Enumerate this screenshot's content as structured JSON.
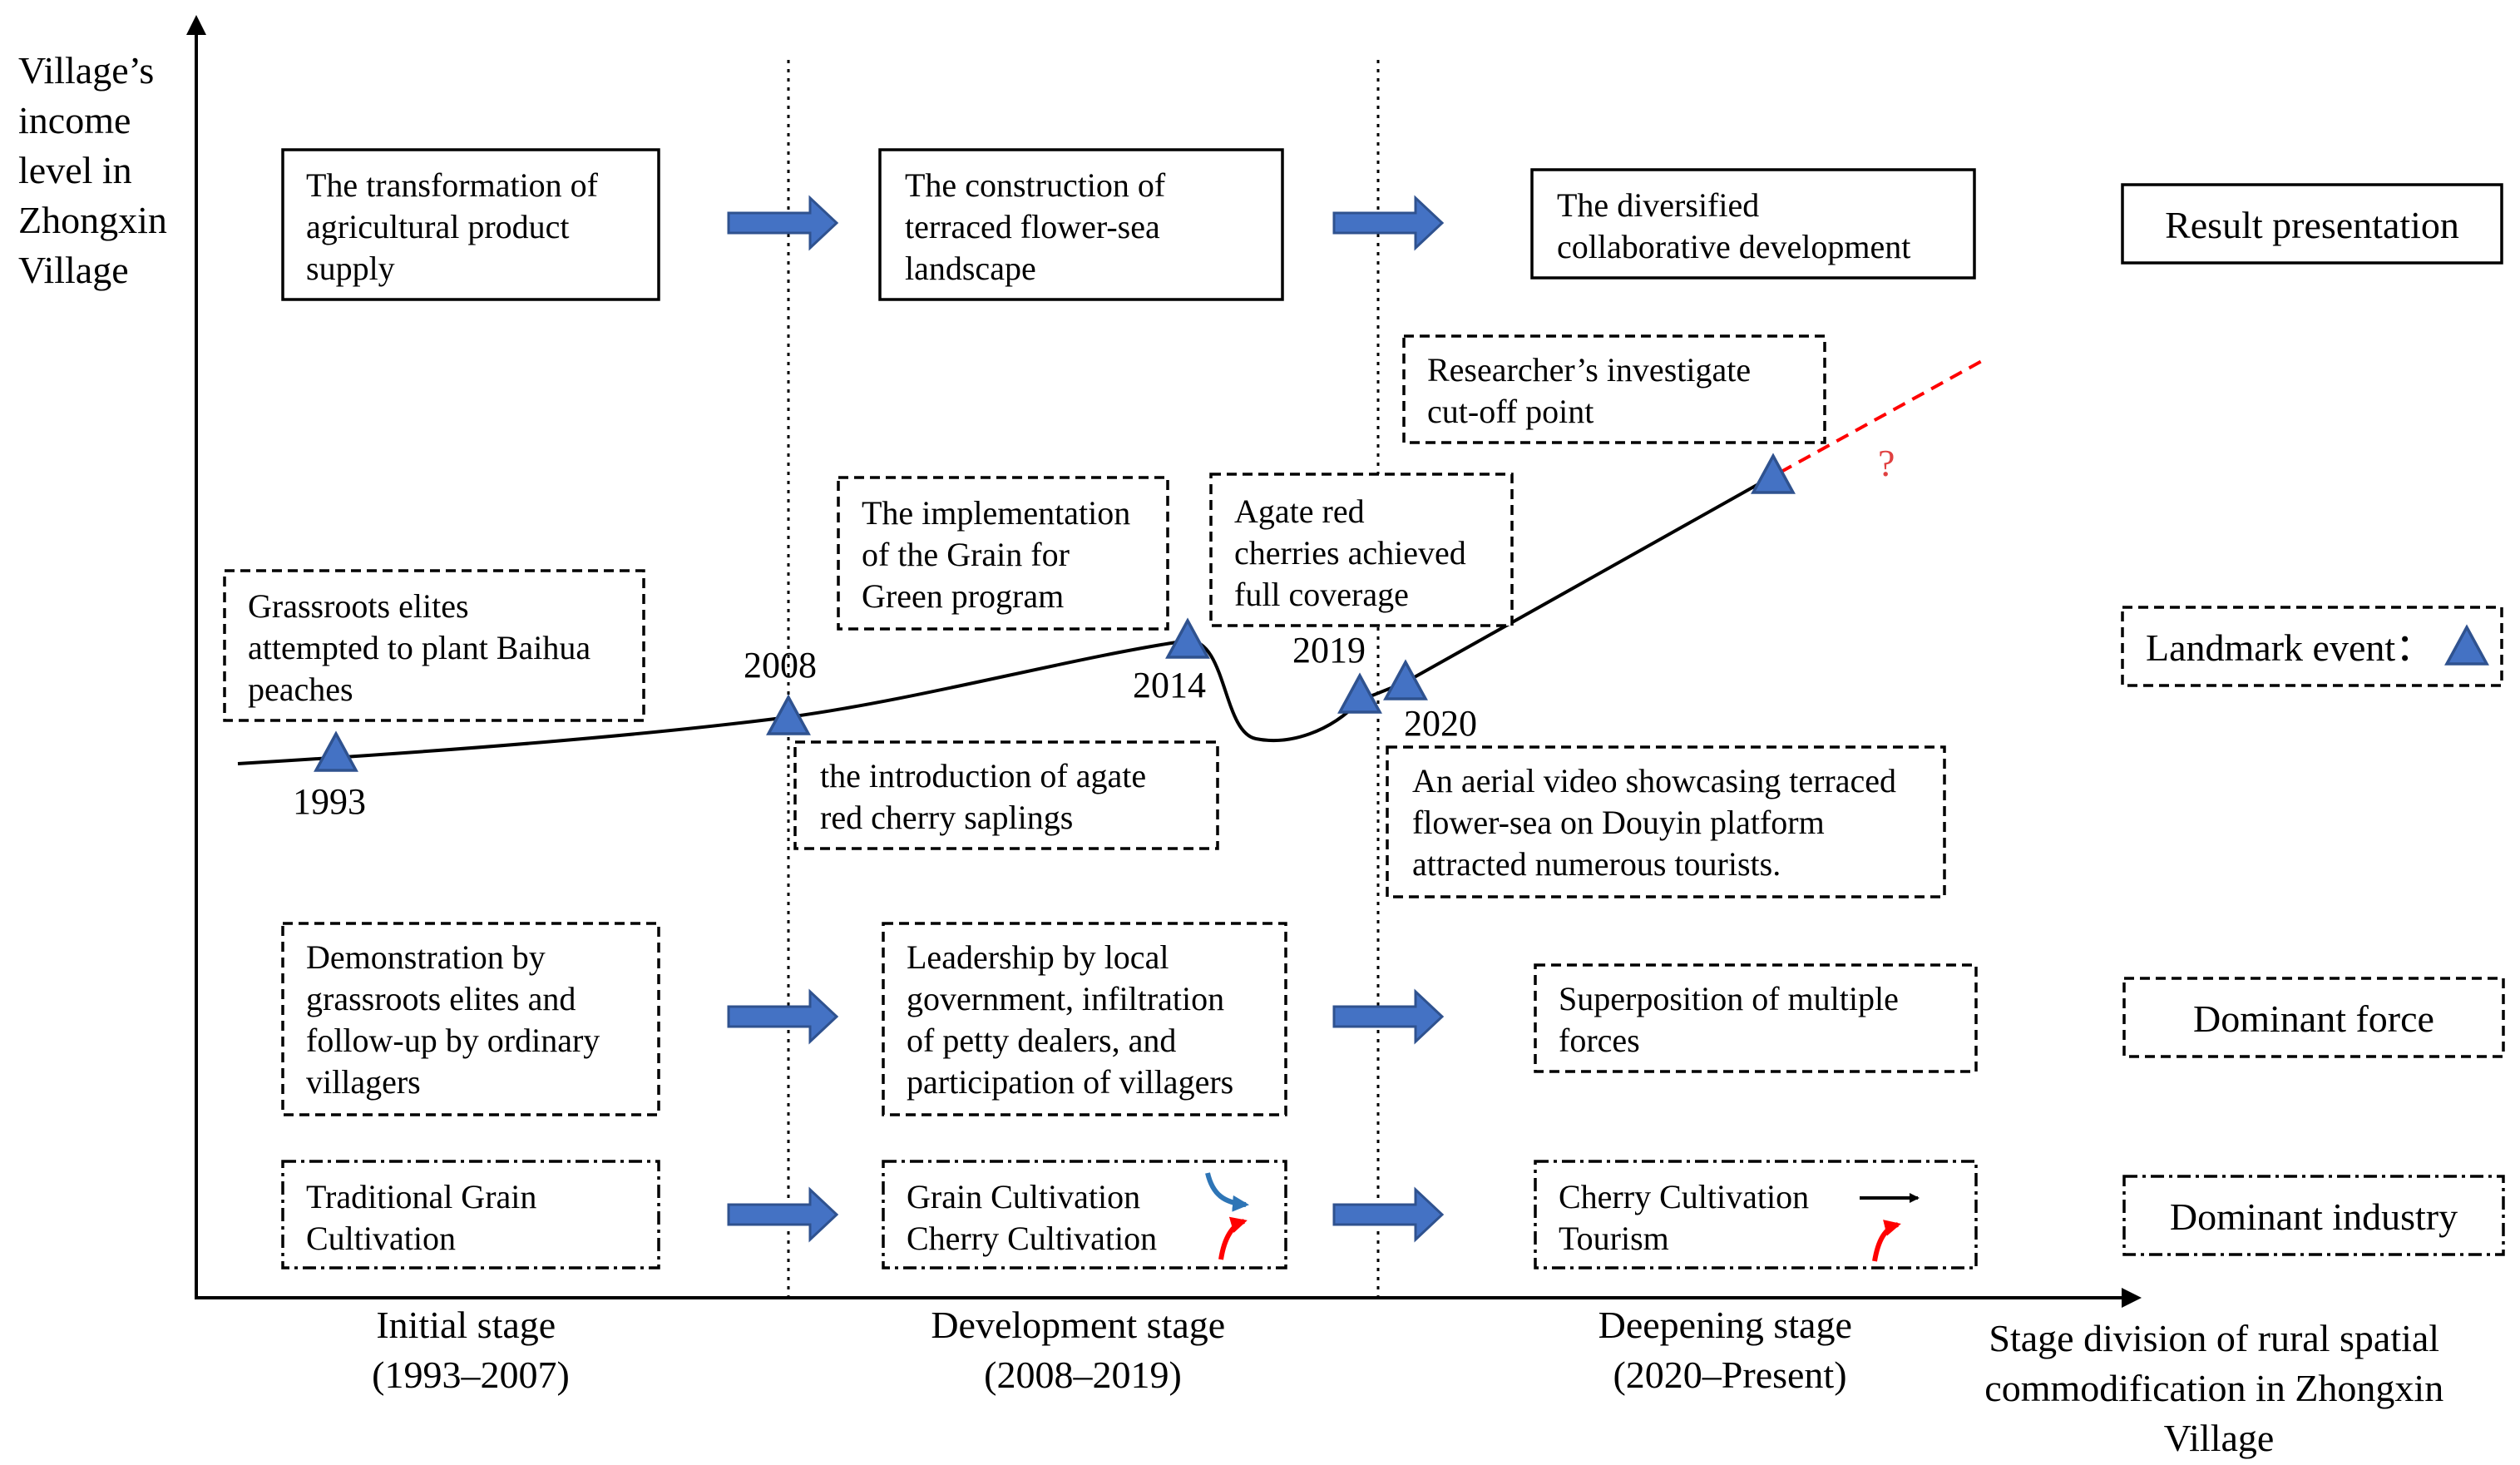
{
  "y_axis_label": [
    "Village’s",
    "income",
    "level in",
    "Zhongxin",
    "Village"
  ],
  "x_axis_label": [
    "Stage division of rural spatial",
    "commodification in Zhongxin",
    "Village"
  ],
  "stages": [
    {
      "name": "Initial stage",
      "period": "(1993–2007)"
    },
    {
      "name": "Development stage",
      "period": "(2008–2019)"
    },
    {
      "name": "Deepening stage",
      "period": "(2020–Present)"
    }
  ],
  "legend": {
    "result": "Result presentation",
    "landmark": "Landmark event：",
    "force": "Dominant force",
    "industry": "Dominant industry"
  },
  "results": [
    [
      "The transformation of",
      "agricultural product",
      "supply"
    ],
    [
      "The construction of",
      "terraced flower-sea",
      "landscape"
    ],
    [
      "The diversified",
      "collaborative development"
    ]
  ],
  "forces": [
    [
      "Demonstration by",
      "grassroots elites and",
      "follow-up by ordinary",
      "villagers"
    ],
    [
      "Leadership by local",
      "government, infiltration",
      "of petty dealers, and",
      "participation of villagers"
    ],
    [
      "Superposition of multiple",
      "forces"
    ]
  ],
  "industries": [
    [
      "Traditional Grain",
      "Cultivation"
    ],
    [
      "Grain Cultivation",
      "Cherry Cultivation"
    ],
    [
      "Cherry Cultivation",
      "Tourism"
    ]
  ],
  "events": {
    "e1993": [
      "Grassroots elites",
      "attempted to plant Baihua",
      "peaches"
    ],
    "e2008": [
      "the introduction of agate",
      "red cherry saplings"
    ],
    "e2014": [
      "The implementation",
      "of the Grain for",
      "Green program"
    ],
    "e2019": [
      "Agate red",
      "cherries achieved",
      "full coverage"
    ],
    "e2020": [
      "An aerial video showcasing terraced",
      "flower-sea on Douyin platform",
      "attracted numerous tourists."
    ],
    "cutoff": [
      "Researcher’s  investigate",
      "cut-off point"
    ]
  },
  "years": {
    "y1993": "1993",
    "y2008": "2008",
    "y2014": "2014",
    "y2019": "2019",
    "y2020": "2020"
  },
  "question_mark": "?",
  "colors": {
    "arrow_fill": "#4472C4",
    "arrow_stroke": "#2F528F",
    "forecast": "#FF0000",
    "question": "#E04040",
    "curve_blue": "#2E75B6"
  }
}
